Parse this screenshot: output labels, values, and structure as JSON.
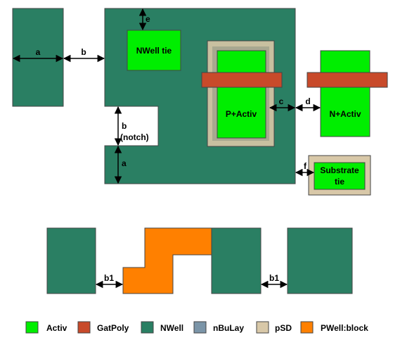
{
  "colors": {
    "activ": "#00ee00",
    "gatpoly": "#c84a2a",
    "nwell": "#2a7f63",
    "nbulay": "#7b95a8",
    "psd": "#d8c8a8",
    "pwell_block": "#ff8000",
    "psd_ring_inner": "#a8a890",
    "outline": "#444444",
    "arrow": "#000000"
  },
  "labels": {
    "nwell_tie": "NWell tie",
    "p_activ": "P+Activ",
    "n_activ": "N+Activ",
    "substrate_tie_line1": "Substrate",
    "substrate_tie_line2": "tie"
  },
  "dimensions": {
    "a_left": "a",
    "b_top": "b",
    "e": "e",
    "b_notch_line1": "b",
    "b_notch_line2": "(notch)",
    "a_bottom": "a",
    "c": "c",
    "d": "d",
    "f": "f",
    "b1_left": "b1",
    "b1_right": "b1"
  },
  "legend": [
    {
      "label": "Activ",
      "color": "#00ee00"
    },
    {
      "label": "GatPoly",
      "color": "#c84a2a"
    },
    {
      "label": "NWell",
      "color": "#2a7f63"
    },
    {
      "label": "nBuLay",
      "color": "#7b95a8"
    },
    {
      "label": "pSD",
      "color": "#d8c8a8"
    },
    {
      "label": "PWell:block",
      "color": "#ff8000"
    }
  ]
}
